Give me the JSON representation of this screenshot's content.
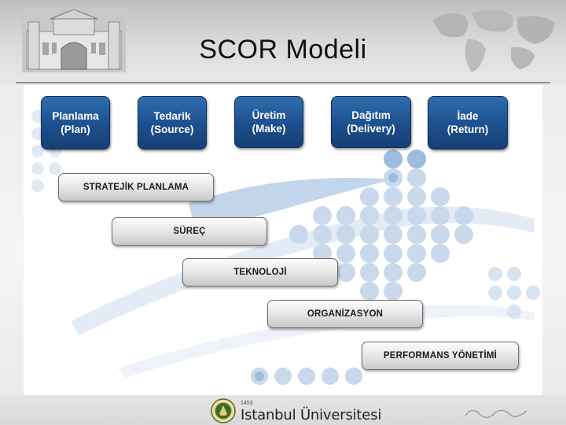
{
  "slide": {
    "title": "SCOR Modeli"
  },
  "process_boxes": [
    {
      "line1": "Planlama",
      "line2": "(Plan)"
    },
    {
      "line1": "Tedarik",
      "line2": "(Source)"
    },
    {
      "line1": "Üretim",
      "line2": "(Make)"
    },
    {
      "line1": "Dağıtım",
      "line2": "(Delivery)"
    },
    {
      "line1": "İade",
      "line2": "(Return)"
    }
  ],
  "layers": [
    {
      "label": "STRATEJİK PLANLAMA"
    },
    {
      "label": "SÜREÇ"
    },
    {
      "label": "TEKNOLOJİ"
    },
    {
      "label": "ORGANİZASYON"
    },
    {
      "label": "PERFORMANS YÖNETİMİ"
    }
  ],
  "footer": {
    "year": "1453",
    "university": "Istanbul Üniversitesi"
  },
  "colors": {
    "box_blue": "#1d4f8e",
    "dot_blue": "#c9d8ea",
    "swoosh_blue": "#7aa3cf"
  }
}
